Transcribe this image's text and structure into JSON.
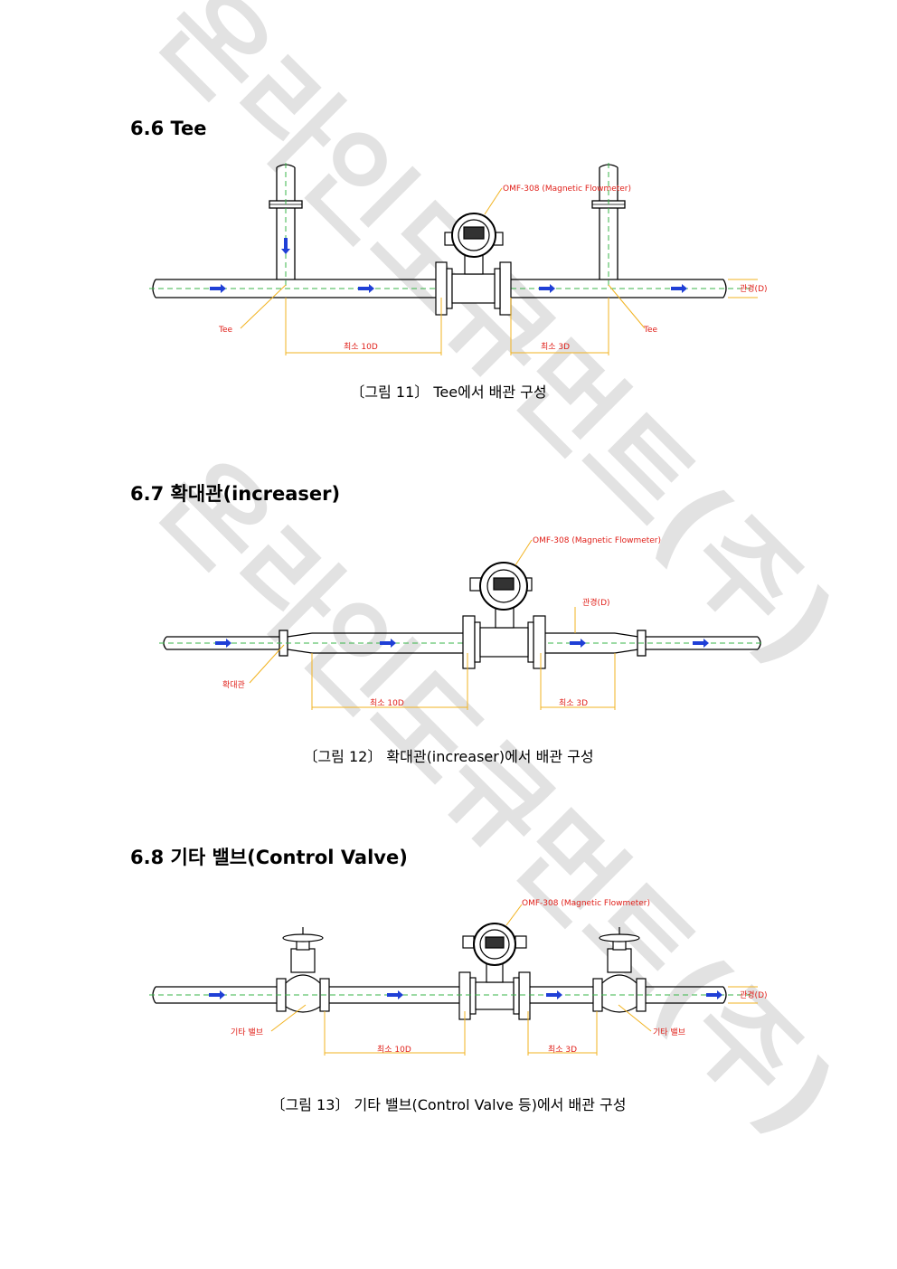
{
  "sections": [
    {
      "title": "6.6 Tee",
      "caption": "〔그림 11〕 Tee에서 배관 구성",
      "labels": {
        "meter": "OMF-308 (Magnetic Flowmeter)",
        "fitting_left": "Tee",
        "fitting_right": "Tee",
        "upstream": "최소 10D",
        "downstream": "최소 3D",
        "diameter": "관경(D)"
      }
    },
    {
      "title": "6.7 확대관(increaser)",
      "caption": "〔그림 12〕 확대관(increaser)에서 배관 구성",
      "labels": {
        "meter": "OMF-308 (Magnetic Flowmeter)",
        "fitting": "확대관",
        "upstream": "최소 10D",
        "downstream": "최소 3D",
        "diameter": "관경(D)"
      }
    },
    {
      "title": "6.8 기타 밸브(Control Valve)",
      "caption": "〔그림 13〕 기타 밸브(Control Valve 등)에서 배관 구성",
      "labels": {
        "meter": "OMF-308 (Magnetic Flowmeter)",
        "fitting_left": "기타 밸브",
        "fitting_right": "기타 밸브",
        "upstream": "최소 10D",
        "downstream": "최소 3D",
        "diameter": "관경(D)"
      }
    }
  ],
  "watermark": "온라인도큐먼트(주)",
  "colors": {
    "pipe": "#000000",
    "centerline": "#39b54a",
    "flow_arrow": "#1f3fd6",
    "label": "#e0201a",
    "dimension": "#f2b320",
    "watermark": "#d9d9d9"
  }
}
